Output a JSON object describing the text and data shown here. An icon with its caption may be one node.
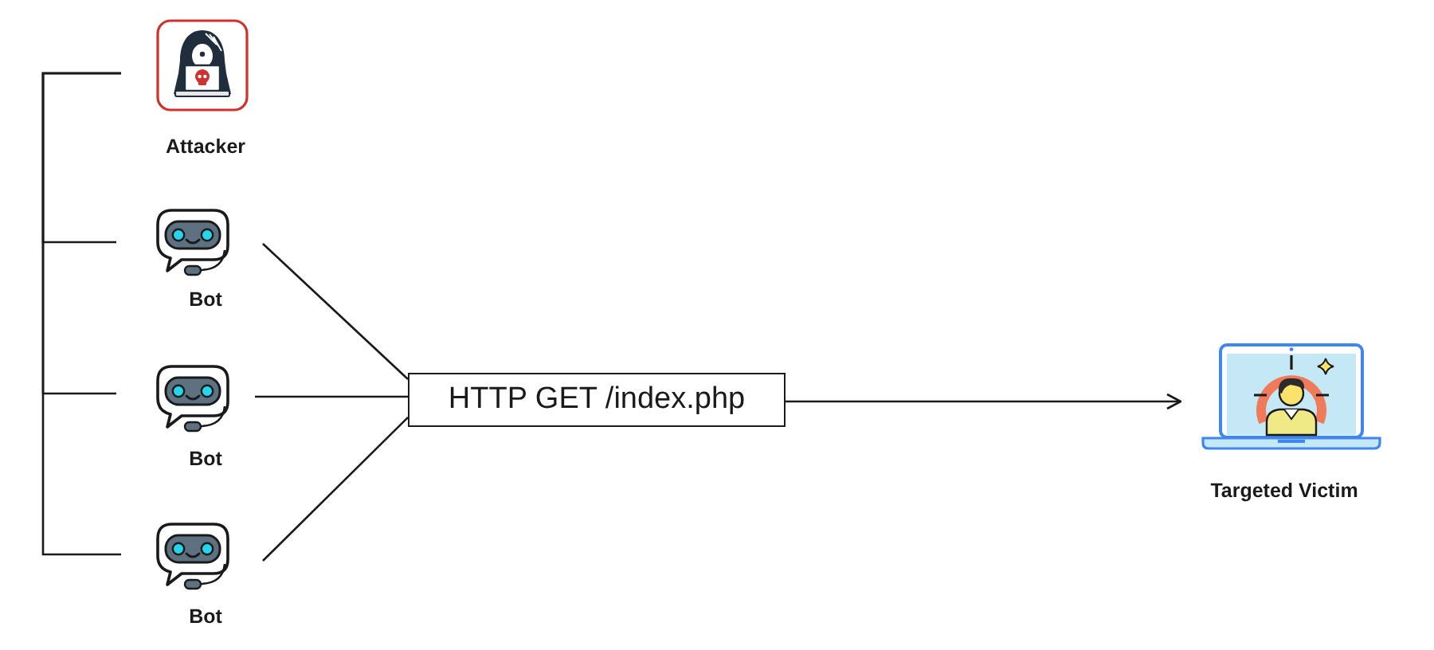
{
  "diagram": {
    "nodes": [
      {
        "text": [
          "Attacker"
        ]
      },
      {
        "text": [
          "Bot"
        ]
      },
      {
        "text": [
          "Bot"
        ]
      },
      {
        "text": [
          "Bot"
        ]
      },
      {
        "text": [
          "HTTP GET /index.php"
        ]
      },
      {
        "text": [
          "Targeted Victim"
        ]
      }
    ],
    "edges": [
      {
        "from": 0,
        "to": 1,
        "arrow": "none"
      },
      {
        "from": 0,
        "to": 2,
        "arrow": "none"
      },
      {
        "from": 0,
        "to": 3,
        "arrow": "none"
      },
      {
        "from": 1,
        "to": 4,
        "arrow": "none"
      },
      {
        "from": 2,
        "to": 4,
        "arrow": "none"
      },
      {
        "from": 3,
        "to": 4,
        "arrow": "none"
      },
      {
        "from": 4,
        "to": 5,
        "arrow": "to"
      }
    ]
  }
}
